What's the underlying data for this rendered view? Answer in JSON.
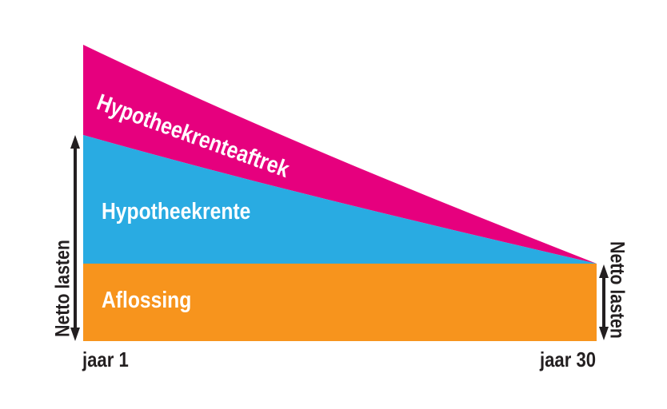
{
  "colors": {
    "magenta": "#E6007E",
    "blue": "#29ABE2",
    "orange": "#F7941D",
    "arrow": "#231F20",
    "background": "#FFFFFF"
  },
  "chart_data": {
    "type": "area",
    "x_tick_labels": [
      "jaar 1",
      "jaar 30"
    ],
    "x_years": [
      1,
      30
    ],
    "ylim_pct": [
      0,
      100
    ],
    "grid": false,
    "legend_position": "labels drawn inside areas",
    "series": [
      {
        "name": "Aflossing",
        "color": "#F7941D",
        "values_pct": [
          26,
          26
        ]
      },
      {
        "name": "Hypotheekrente",
        "color": "#29ABE2",
        "values_pct": [
          43,
          0
        ]
      },
      {
        "name": "Hypotheekrenteaftrek",
        "color": "#E6007E",
        "values_pct": [
          31,
          0
        ]
      }
    ],
    "annotations": [
      {
        "text": "Netto lasten",
        "side": "left",
        "span_pct": [
          0,
          69
        ]
      },
      {
        "text": "Netto lasten",
        "side": "right",
        "span_pct": [
          0,
          26
        ]
      }
    ]
  }
}
